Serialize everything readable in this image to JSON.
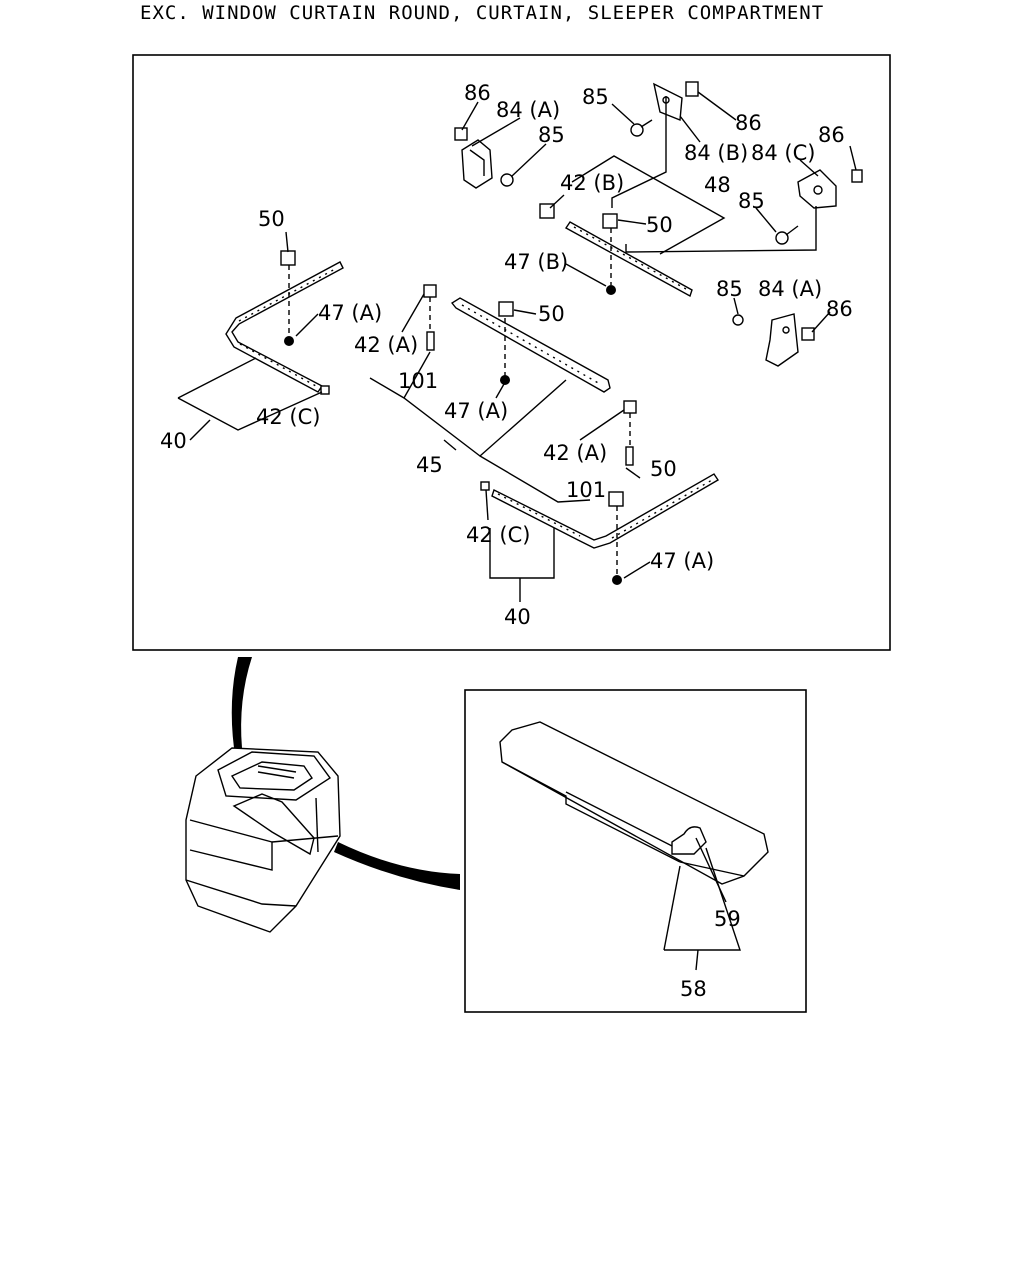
{
  "title": "EXC. WINDOW CURTAIN ROUND, CURTAIN, SLEEPER COMPARTMENT",
  "callouts": {
    "c86a": "86",
    "c84a1": "84 (A)",
    "c85a": "85",
    "c85b": "85",
    "c86b": "86",
    "c84b": "84 (B)",
    "c84c": "84 (C)",
    "c86c": "86",
    "c42b": "42 (B)",
    "c48": "48",
    "c85c": "85",
    "c50a": "50",
    "c50b": "50",
    "c47b": "47 (B)",
    "c47a1": "47 (A)",
    "c85d": "85",
    "c84a2": "84 (A)",
    "c86d": "86",
    "c50c": "50",
    "c42a1": "42 (A)",
    "c101a": "101",
    "c47a2": "47 (A)",
    "c42c1": "42 (C)",
    "c40a": "40",
    "c45": "45",
    "c42a2": "42 (A)",
    "c50d": "50",
    "c101b": "101",
    "c42c2": "42 (C)",
    "c47a3": "47 (A)",
    "c40b": "40",
    "c59": "59",
    "c58": "58"
  }
}
